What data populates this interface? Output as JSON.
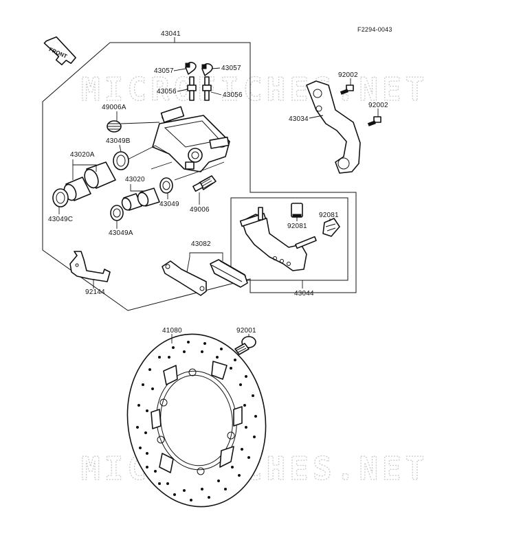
{
  "diagram_code": "F2294-0043",
  "watermark": "MICROFICHES.NET",
  "front_arrow_label": "FRONT",
  "labels": {
    "43041": "43041",
    "43057_a": "43057",
    "43057_b": "43057",
    "43056_a": "43056",
    "43056_b": "43056",
    "49006A": "49006A",
    "43049B": "43049B",
    "43020A": "43020A",
    "43020": "43020",
    "43049": "43049",
    "49006": "49006",
    "43049C": "43049C",
    "43049A": "43049A",
    "43082": "43082",
    "92144": "92144",
    "92002_a": "92002",
    "92002_b": "92002",
    "43034": "43034",
    "92081_a": "92081",
    "92081_b": "92081",
    "43044": "43044",
    "41080": "41080",
    "92001": "92001"
  }
}
